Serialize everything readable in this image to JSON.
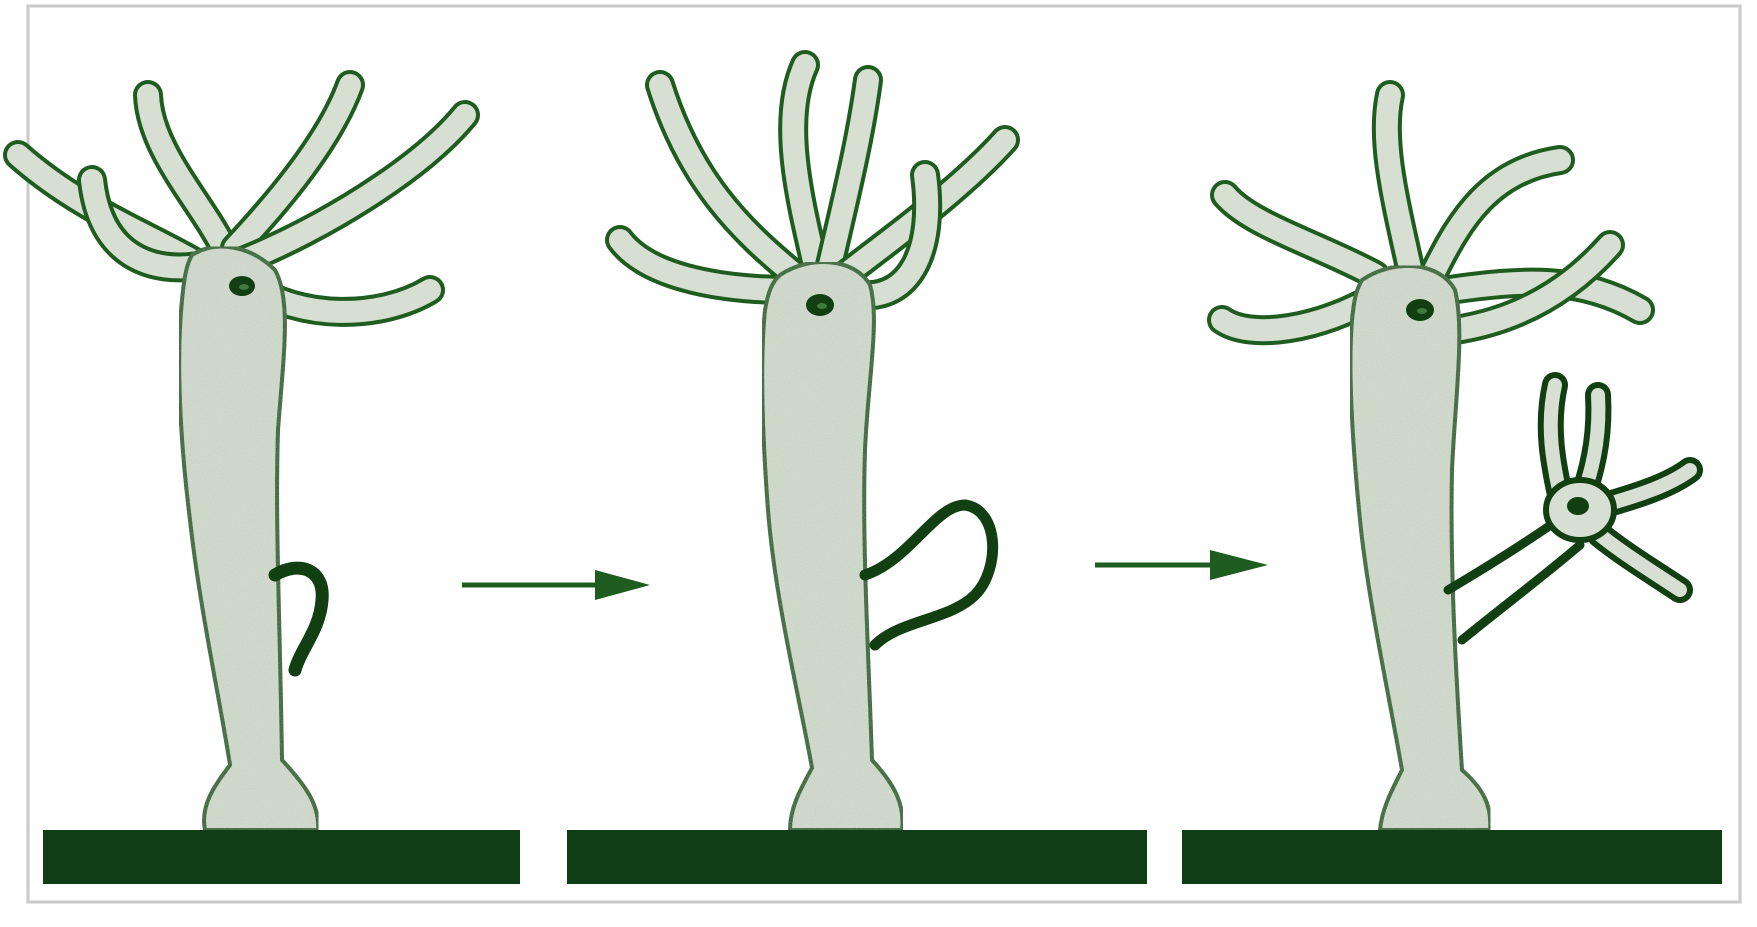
{
  "diagram": {
    "stages": [
      {
        "id": "stage-1",
        "bud": "small"
      },
      {
        "id": "stage-2",
        "bud": "elongated"
      },
      {
        "id": "stage-3",
        "bud": "with-tentacles"
      }
    ],
    "arrows": 2
  },
  "colors": {
    "outline": "#1f5c1f",
    "body_fill": "#d7dfd2",
    "bud_dark": "#123f12",
    "substrate": "#0f3d15",
    "frame": "#c9c9c9",
    "background": "#ffffff"
  }
}
